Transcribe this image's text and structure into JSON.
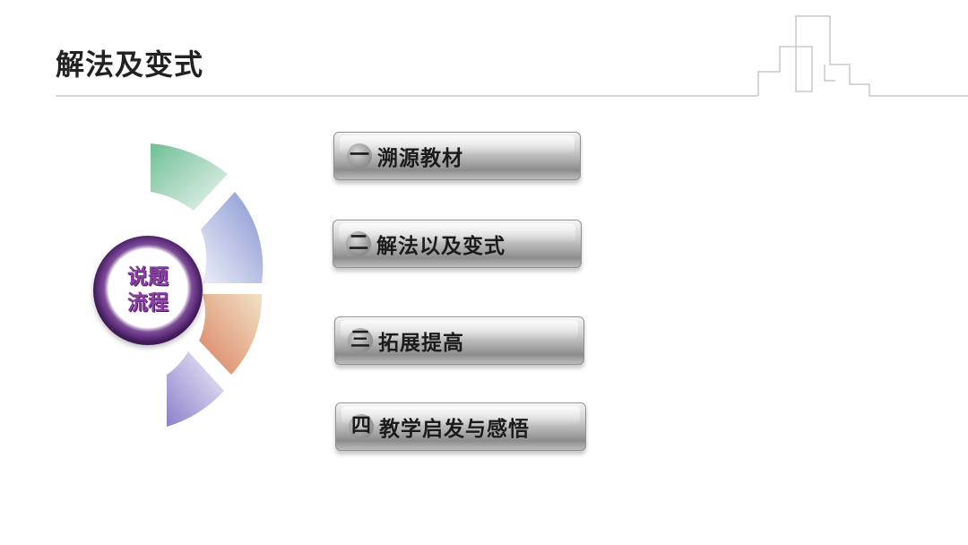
{
  "slide": {
    "title": "解法及变式"
  },
  "hub": {
    "line1": "说题",
    "line2": "流程"
  },
  "menu": {
    "items": [
      {
        "number": "一",
        "label": "溯源教材"
      },
      {
        "number": "二",
        "label": "解法以及变式"
      },
      {
        "number": "三",
        "label": "拓展提高"
      },
      {
        "number": "四",
        "label": "教学启发与感悟"
      }
    ]
  },
  "colors": {
    "segment_green": "#7fc8a4",
    "segment_blue": "#8f9fd6",
    "segment_orange": "#e3956f",
    "segment_purple": "#9b8fd3",
    "hub_ring": "#5c2d78",
    "hub_text": "#8a3fa3"
  },
  "icons": {
    "header_decoration": "city-skyline-icon"
  }
}
